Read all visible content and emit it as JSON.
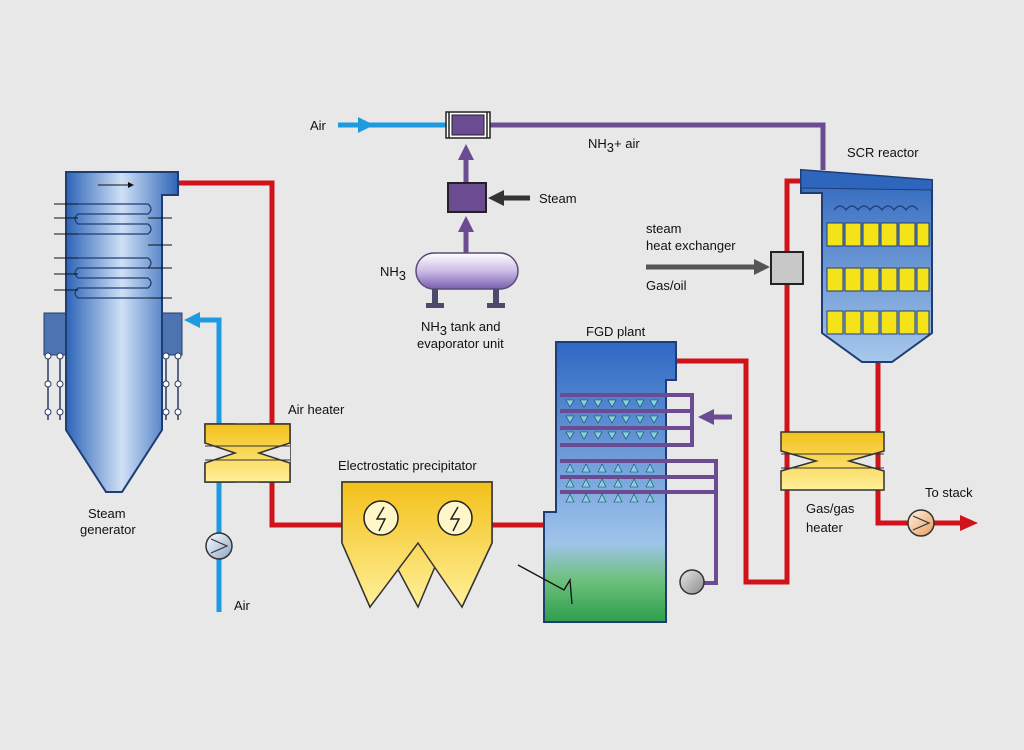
{
  "colors": {
    "background": "#e8e8e8",
    "hot_gas_line": "#d0121b",
    "air_line": "#1e9be0",
    "ammonia_line": "#6b4c93",
    "equipment_blue": "#2f6fc0",
    "heater_yellow": "#f5c518",
    "fgd_green": "#37a65a"
  },
  "labels": {
    "air_top": "Air",
    "nh3_air": {
      "main": "NH",
      "sub": "3",
      "rest": "+ air"
    },
    "steam": "Steam",
    "nh3_tank_symbol": {
      "main": "NH",
      "sub": "3"
    },
    "nh3_tank_line1": {
      "main": "NH",
      "sub": "3",
      "rest": " tank and"
    },
    "nh3_tank_line2": "evaporator unit",
    "scr_reactor": "SCR reactor",
    "steam_hx_line1": "steam",
    "steam_hx_line2": "heat exchanger",
    "gas_oil": "Gas/oil",
    "fgd_plant": "FGD plant",
    "air_heater": "Air heater",
    "electrostatic_precipitator": "Electrostatic precipitator",
    "steam_generator_line1": "Steam",
    "steam_generator_line2": "generator",
    "air_bottom": "Air",
    "to_stack": "To stack",
    "gas_gas_heater_line1": "Gas/gas",
    "gas_gas_heater_line2": "heater"
  }
}
